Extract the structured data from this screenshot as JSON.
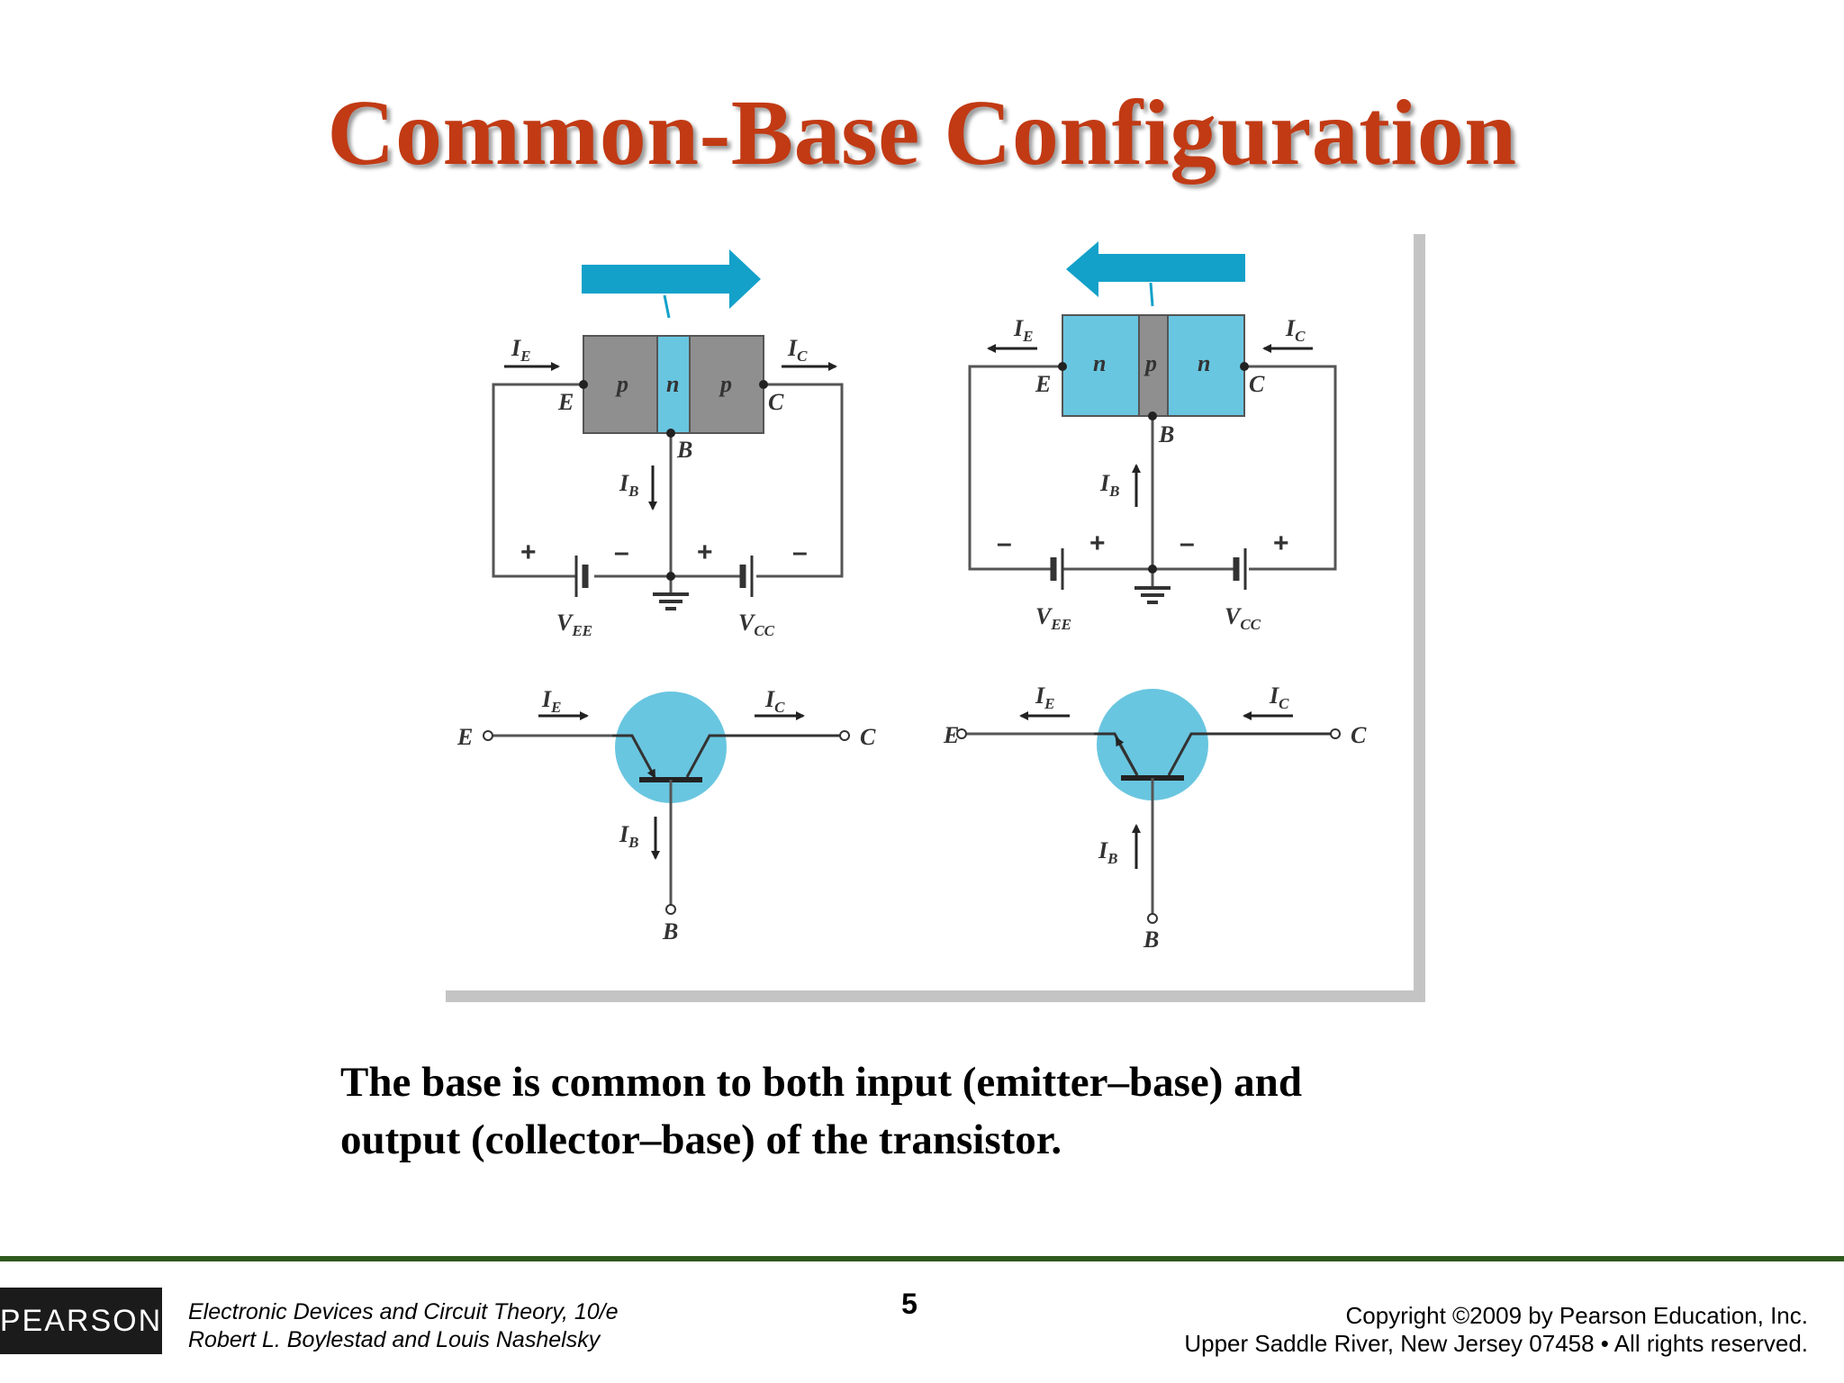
{
  "slide": {
    "title": "Common-Base Configuration",
    "caption_lines": [
      "The base is common to both input (emitter–base) and",
      "output (collector–base) of the transistor."
    ]
  },
  "diagram": {
    "pnp": {
      "regions": [
        "p",
        "n",
        "p"
      ],
      "terminals": {
        "emitter": "E",
        "base": "B",
        "collector": "C"
      },
      "currents": {
        "emitter": "I",
        "emitter_sub": "E",
        "base": "I",
        "base_sub": "B",
        "collector": "I",
        "collector_sub": "C"
      },
      "sources": {
        "left": "V",
        "left_sub": "EE",
        "right": "V",
        "right_sub": "CC"
      },
      "signs": [
        "+",
        "–",
        "+",
        "–"
      ]
    },
    "npn": {
      "regions": [
        "n",
        "p",
        "n"
      ],
      "terminals": {
        "emitter": "E",
        "base": "B",
        "collector": "C"
      },
      "currents": {
        "emitter": "I",
        "emitter_sub": "E",
        "base": "I",
        "base_sub": "B",
        "collector": "I",
        "collector_sub": "C"
      },
      "sources": {
        "left": "V",
        "left_sub": "EE",
        "right": "V",
        "right_sub": "CC"
      },
      "signs": [
        "–",
        "+",
        "–",
        "+"
      ]
    },
    "colors": {
      "semiconductor_gray": "#8f8f8f",
      "highlight_blue": "#69c6e0",
      "arrow_blue": "#13a1c9",
      "wire": "#555555"
    }
  },
  "footer": {
    "logo": "PEARSON",
    "book_lines": [
      "Electronic Devices and Circuit Theory, 10/e",
      "Robert L. Boylestad and Louis Nashelsky"
    ],
    "page_number": "5",
    "copyright_lines": [
      "Copyright ©2009 by Pearson Education, Inc.",
      "Upper Saddle River, New Jersey 07458 • All rights reserved."
    ]
  }
}
